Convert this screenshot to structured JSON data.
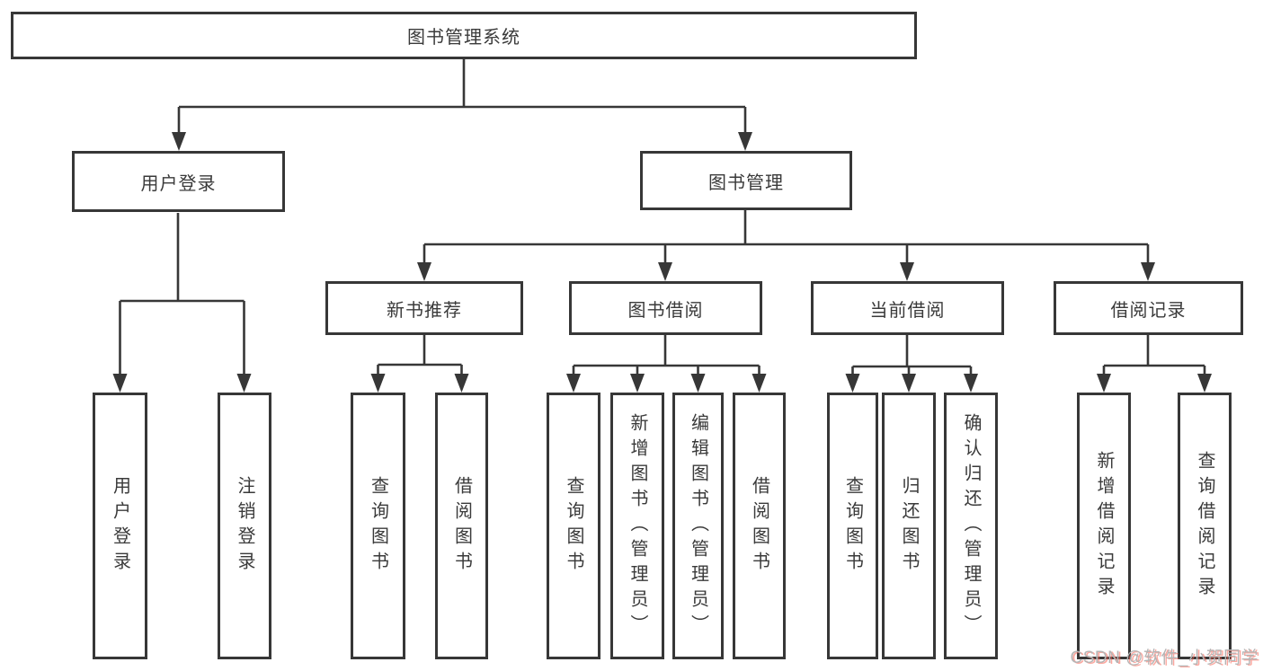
{
  "diagram": {
    "title": "图书管理系统",
    "nodes": {
      "root": "图书管理系统",
      "l2_user_login": "用户登录",
      "l2_book_mgmt": "图书管理",
      "l3_new_books": "新书推荐",
      "l3_book_borrow": "图书借阅",
      "l3_current_borrow": "当前借阅",
      "l3_borrow_records": "借阅记录",
      "leaf_user_login": "用户登录",
      "leaf_logout": "注销登录",
      "leaf_nb_query": "查询图书",
      "leaf_nb_borrow": "借阅图书",
      "leaf_bb_query": "查询图书",
      "leaf_bb_add": "新增图书（管理员）",
      "leaf_bb_edit": "编辑图书（管理员）",
      "leaf_bb_borrow": "借阅图书",
      "leaf_cb_query": "查询图书",
      "leaf_cb_return": "归还图书",
      "leaf_cb_confirm": "确认归还（管理员）",
      "leaf_br_add": "新增借阅记录",
      "leaf_br_query": "查询借阅记录"
    },
    "colors": {
      "line": "#373737",
      "text": "#3a3a3a",
      "background": "#ffffff",
      "watermark_gray": "#b5b5b5",
      "watermark_red": "#fa5f50"
    }
  },
  "watermark": {
    "text": "CSDN @软件_小贺同学"
  }
}
